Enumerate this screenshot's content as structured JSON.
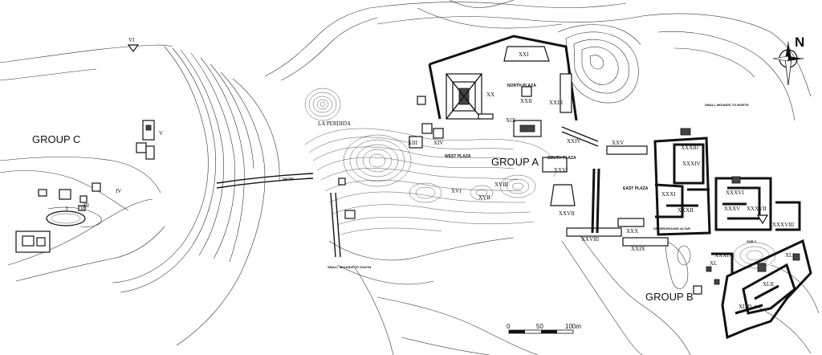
{
  "groups": {
    "a": "GROUP A",
    "b": "GROUP B",
    "c": "GROUP C"
  },
  "plazas": {
    "north": "NORTH PLAZA",
    "west": "WEST PLAZA",
    "south": "SOUTH PLAZA",
    "east": "EAST PLAZA"
  },
  "features": {
    "la_perdida": "LA PERDIDA",
    "sacbe": "SACBE",
    "small_mounds_south": "SMALL MOUNDS TO SOUTH",
    "small_mounds_north": "SMALL MOUNDS TO NORTH",
    "underground_altar": "UNDERGROUND ALTAR",
    "sub_c": "SUB C"
  },
  "structures": {
    "i": "I",
    "ii": "II",
    "iii": "III",
    "iv": "IV",
    "v": "V",
    "vi": "VI",
    "xiii": "XIII",
    "xiv": "XIV",
    "xvi": "XVI",
    "xvii": "XVII",
    "xviii": "XVIII",
    "xix": "XIX",
    "xx": "XX",
    "xxi": "XXI",
    "xxii": "XXII",
    "xxiii": "XXIII",
    "xxiv": "XXIV",
    "xxv": "XXV",
    "xxvi": "XXVI",
    "xxvii": "XXVII",
    "xxviii": "XXVIII",
    "xxix": "XXIX",
    "xxx": "XXX",
    "xxxi": "XXXI",
    "xxxii": "XXXII",
    "xxxiii": "XXXIII",
    "xxxiv": "XXXIV",
    "xxxv": "XXXV",
    "xxxvi": "XXXVI",
    "xxxvii": "XXXVII",
    "xxxviii": "XXXVIII",
    "xxxix": "XXXIX",
    "xl": "XL",
    "xli": "XLI",
    "xlii": "XLII",
    "xliii": "XLIII"
  },
  "scale": {
    "zero": "0",
    "fifty": "50",
    "hundred": "100m"
  },
  "north_arrow": {
    "letter": "N",
    "icon": "north-arrow-icon"
  }
}
